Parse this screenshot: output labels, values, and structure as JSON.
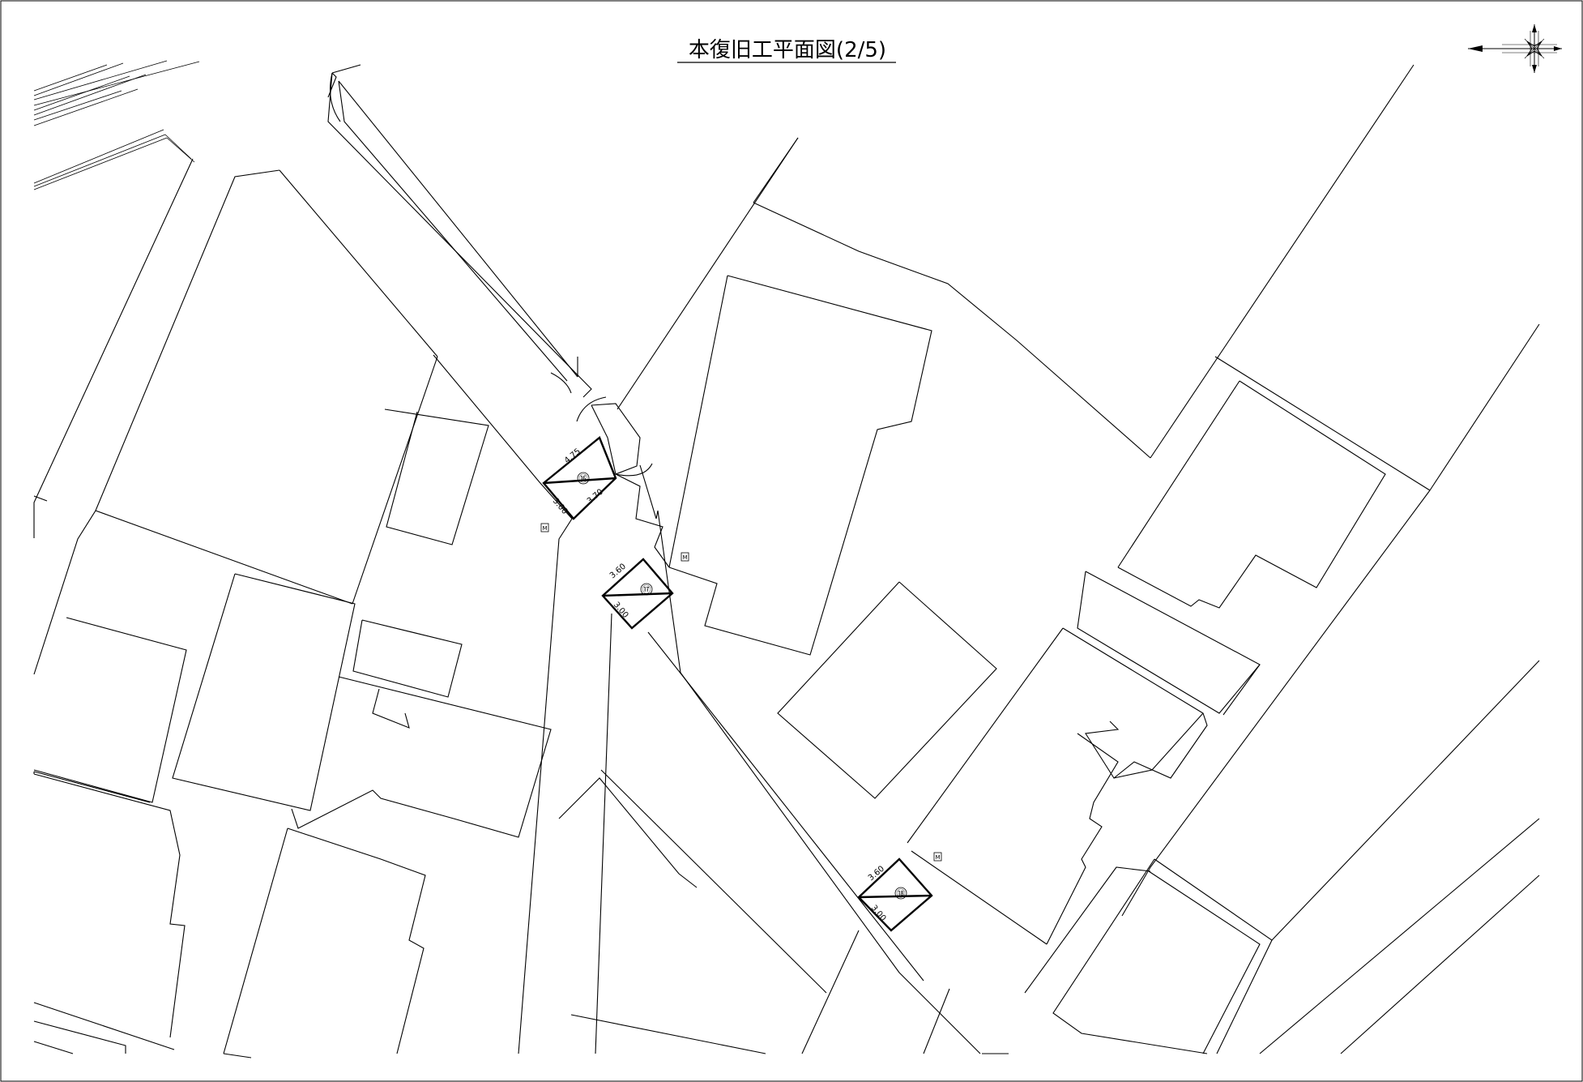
{
  "drawing": {
    "title": "本復旧工平面図(2/5)"
  },
  "colors": {
    "line": "#000000",
    "background": "#ffffff"
  },
  "icons": {
    "north_arrow": "north-arrow-icon",
    "manhole": "manhole-marker-icon"
  },
  "work_areas": [
    {
      "number": "⑯",
      "dims": [
        "4.75",
        "3.00",
        "3.70"
      ]
    },
    {
      "number": "⑰",
      "dims": [
        "3.60",
        "3.00"
      ]
    },
    {
      "number": "⑱",
      "dims": [
        "3.60",
        "3.00"
      ]
    }
  ],
  "markers": {
    "manhole_label": "M"
  }
}
